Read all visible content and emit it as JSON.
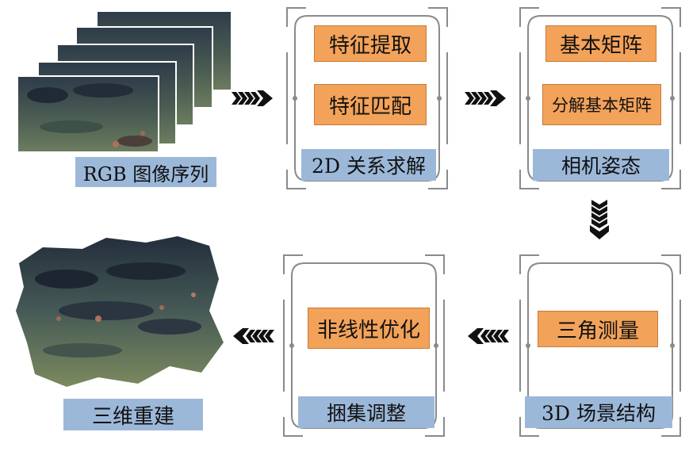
{
  "input": {
    "caption": "RGB 图像序列"
  },
  "stage1": {
    "steps": [
      "特征提取",
      "特征匹配"
    ],
    "label": "2D 关系求解"
  },
  "stage2": {
    "steps": [
      "基本矩阵",
      "分解基本矩阵"
    ],
    "label": "相机姿态"
  },
  "stage3": {
    "steps": [
      "三角测量"
    ],
    "label": "3D 场景结构"
  },
  "stage4": {
    "steps": [
      "非线性优化"
    ],
    "label": "捆集调整"
  },
  "output": {
    "caption": "三维重建"
  },
  "colors": {
    "process_box": "#f3a25a",
    "label_box": "#9cb8d9",
    "frame": "#8a8a8a",
    "arrow": "#111111"
  }
}
